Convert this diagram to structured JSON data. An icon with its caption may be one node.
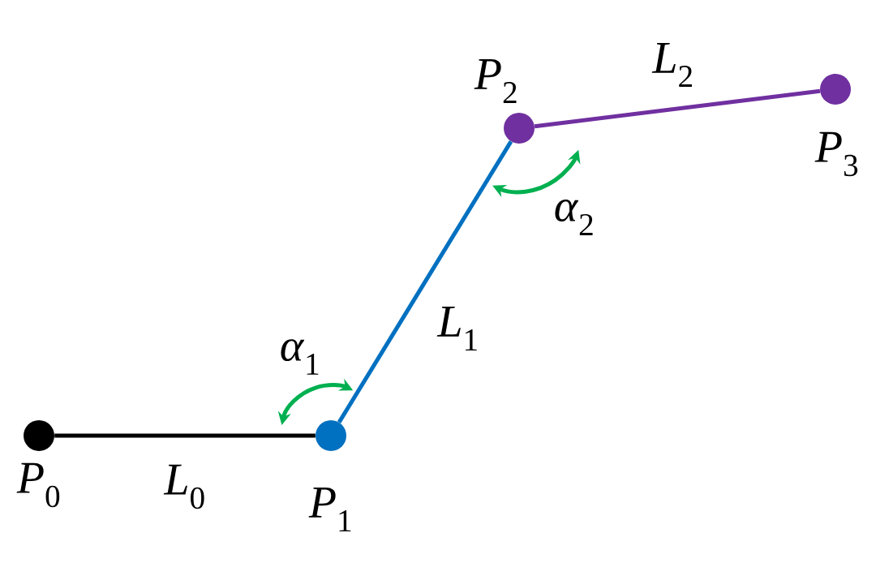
{
  "diagram": {
    "nodes": [
      {
        "text": [],
        "shape": "circle",
        "beside": [
          "*P*$_{0}$"
        ]
      },
      {
        "text": [],
        "shape": "circle",
        "beside": [
          "*P*$_{1}$"
        ]
      },
      {
        "text": [],
        "shape": "circle",
        "beside": [
          "*P*$_{2}$"
        ]
      },
      {
        "text": [],
        "shape": "circle",
        "beside": [
          "*P*$_{3}$"
        ]
      }
    ],
    "edges": [
      {
        "from": 0,
        "to": 1,
        "arrow": "none",
        "label": "*L*$_{0}$",
        "color": "#000000"
      },
      {
        "from": 1,
        "to": 2,
        "arrow": "none",
        "label": "*L*$_{1}$",
        "color": "#0070c0"
      },
      {
        "from": 2,
        "to": 3,
        "arrow": "none",
        "label": "*L*$_{2}$",
        "color": "#7030a0"
      }
    ],
    "labels": [
      "*α*$_{1}$",
      "*α*$_{2}$"
    ]
  }
}
